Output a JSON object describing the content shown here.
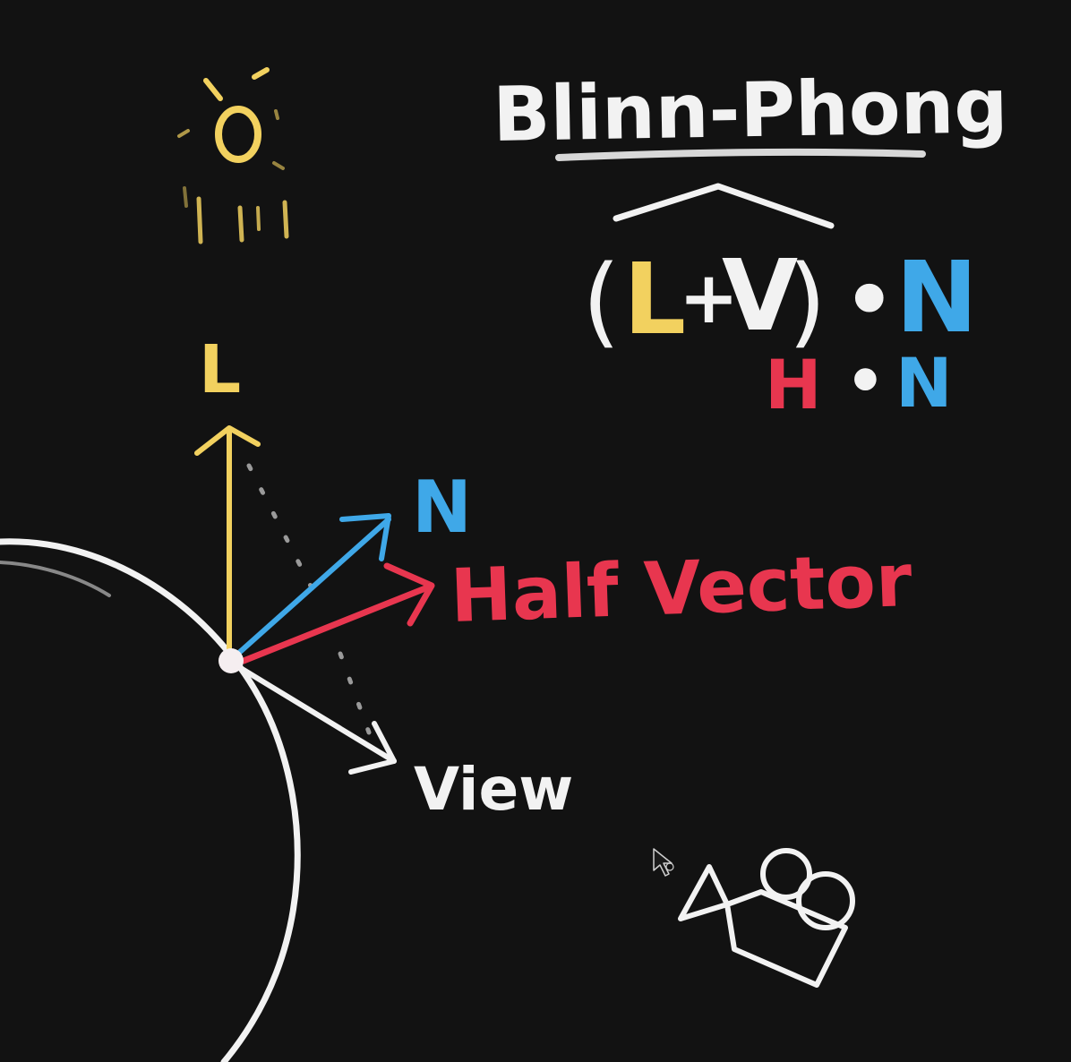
{
  "title": "Blinn-Phong",
  "formula": {
    "open_paren": "(",
    "l": "L",
    "plus": "+",
    "v": "V",
    "close_paren": ")",
    "dot": "•",
    "n": "N"
  },
  "formula2": {
    "h": "H",
    "dot": "•",
    "n": "N"
  },
  "labels": {
    "light": "L",
    "normal": "N",
    "half_vector": "Half Vector",
    "view": "View"
  },
  "colors": {
    "background": "#121212",
    "light": "#f2d15f",
    "normal": "#3fa8e8",
    "half": "#e8364f",
    "white": "#f2f2f2",
    "dotted": "#9a9a9a"
  },
  "icons": {
    "sun": "sun-icon",
    "camera": "camera-icon",
    "cursor": "mouse-cursor-icon"
  }
}
